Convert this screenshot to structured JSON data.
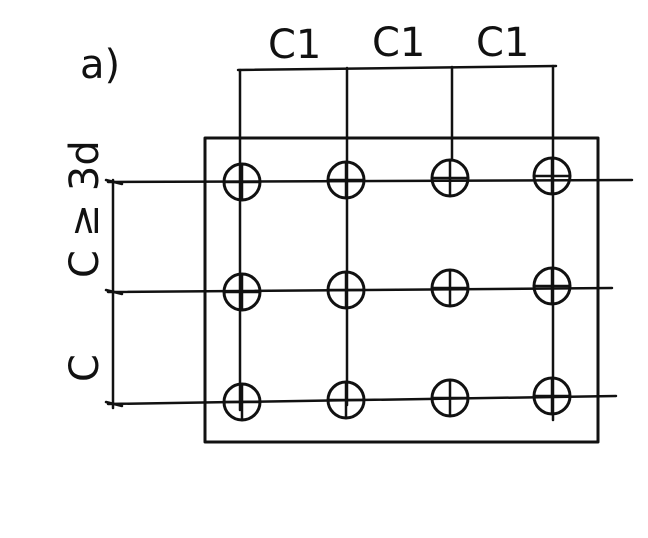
{
  "figure_label": "a)",
  "top_dimensions": [
    "C1",
    "C1",
    "C1"
  ],
  "left_dimensions": [
    "C ≥ 3d",
    "C"
  ],
  "hole_grid": {
    "rows": 3,
    "columns": 4
  },
  "colors": {
    "ink": "#111111",
    "background": "#ffffff"
  }
}
